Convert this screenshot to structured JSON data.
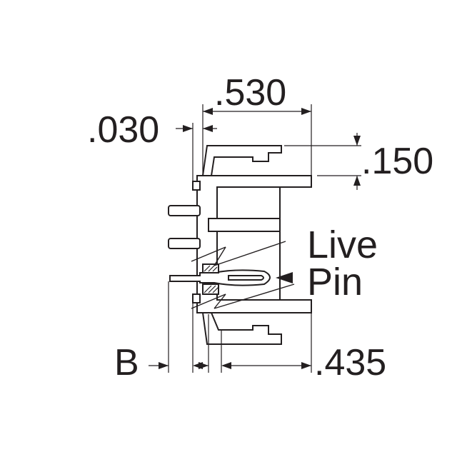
{
  "diagram": {
    "dimensions": {
      "width": ".530",
      "offset": ".030",
      "height": ".150",
      "depth": ".435",
      "b": "B"
    },
    "callout": {
      "line1": "Live",
      "line2": "Pin"
    },
    "colors": {
      "ink": "#231f20",
      "background": "#ffffff"
    }
  }
}
